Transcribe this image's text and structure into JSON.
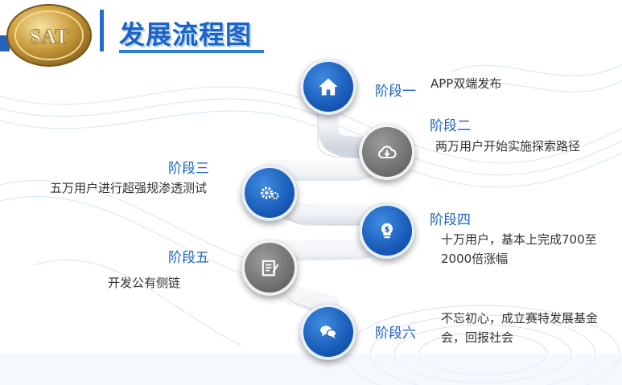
{
  "header": {
    "badge": "SAT",
    "title": "发展流程图"
  },
  "colors": {
    "accent_blue": "#1b63c6",
    "node_blue": "#1558b5",
    "node_gray": "#6e6e6e",
    "text": "#333333"
  },
  "stages": [
    {
      "label": "阶段一",
      "desc": "APP双端发布",
      "icon": "home-icon"
    },
    {
      "label": "阶段二",
      "desc": "两万用户开始实施探索路径",
      "icon": "cloud-download-icon"
    },
    {
      "label": "阶段三",
      "desc": "五万用户进行超强规渗透测试",
      "icon": "gears-icon"
    },
    {
      "label": "阶段四",
      "desc": "十万用户，基本上完成700至2000倍涨幅",
      "icon": "lightbulb-dollar-icon"
    },
    {
      "label": "阶段五",
      "desc": "开发公有侧链",
      "icon": "document-edit-icon"
    },
    {
      "label": "阶段六",
      "desc": "不忘初心，成立赛特发展基金会，回报社会",
      "icon": "chat-bubbles-icon"
    }
  ]
}
